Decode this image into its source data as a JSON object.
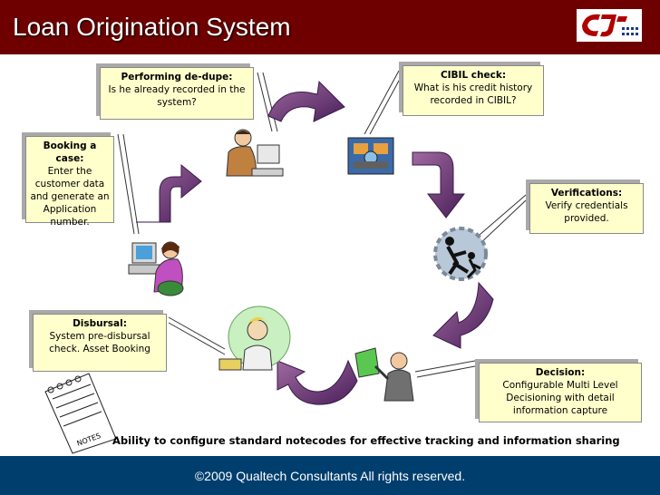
{
  "header": {
    "title": "Loan Origination System"
  },
  "steps": {
    "booking": {
      "title": "Booking a case:",
      "body": "Enter the customer data and generate an Application number."
    },
    "dedupe": {
      "title": "Performing de-dupe:",
      "body": "Is he already recorded in the system?"
    },
    "cibil": {
      "title": "CIBIL check:",
      "body": "What is his credit history recorded in CIBIL?"
    },
    "verifications": {
      "title": "Verifications:",
      "body": "Verify credentials provided."
    },
    "decision": {
      "title": "Decision:",
      "body": "Configurable Multi Level Decisioning with detail information capture"
    },
    "disbursal": {
      "title": "Disbursal:",
      "body": "System pre-disbursal check. Asset Booking"
    }
  },
  "notes_label": "NOTES",
  "tagline": "Ability to configure standard notecodes for effective tracking and information sharing",
  "footer": {
    "text": "©2009 Qualtech Consultants All rights reserved."
  },
  "colors": {
    "header_bg": "#6e0000",
    "footer_bg": "#003e6e",
    "note_bg": "#ffffcc",
    "arrow": "#5a2a6e"
  }
}
